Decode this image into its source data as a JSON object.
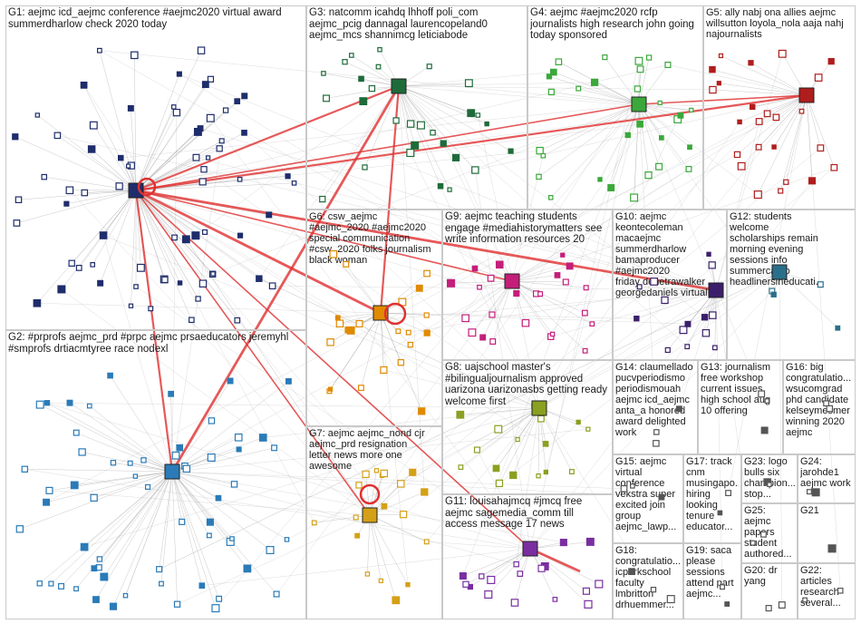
{
  "groups": [
    {
      "id": "G1",
      "label": "G1: aejmc icd_aejmc conference #aejmc2020 virtual award\nsummerdharlow check 2020 today",
      "color": "#1f2d6b"
    },
    {
      "id": "G2",
      "label": "G2: #prprofs aejmc_prd #prpc aejmc prsaeducators jeremyhl\n#smprofs drtiacmtyree race nodexl",
      "color": "#2a7bb8"
    },
    {
      "id": "G3",
      "label": "G3: natcomm icahdq lhhoff poli_com\naejmc_pcig dannagal laurencopeland0\naejmc_mcs shannimcg leticiabode",
      "color": "#1e6b3a"
    },
    {
      "id": "G4",
      "label": "G4: aejmc #aejmc2020 rcfp\njournalists high research john going\ntoday sponsored",
      "color": "#3aa83a"
    },
    {
      "id": "G5",
      "label": "G5: ally nabj ona allies aejmc\nwillsutton loyola_nola aaja nahj\nnajournalists",
      "color": "#b01d1d"
    },
    {
      "id": "G6",
      "label": "G6: csw_aejmc\n#aejmc_2020 #aejmc2020\nspecial communication\n#csw_2020 folks journalism\nblack woman",
      "color": "#e08a00"
    },
    {
      "id": "G7",
      "label": "G7: aejmc aejmc_nond cjr\naejmc_prd resignation\nletter news more one\nawesome",
      "color": "#d4a017"
    },
    {
      "id": "G8",
      "label": "G8: uajschool master's\n#bilingualjournalism approved\nuarizona uarizonasbs getting ready\nwelcome first",
      "color": "#8aa020"
    },
    {
      "id": "G9",
      "label": "G9: aejmc teaching students\nengage #mediahistorymatters see\nwrite information resources 20",
      "color": "#c41e7a"
    },
    {
      "id": "G10",
      "label": "G10: aejmc keontecoleman\nmacaejmc summerdharlow\nbamaproducer #aejmc2020\nfriday denetrawalker\ngeorgedaniels virtual",
      "color": "#3b1f6b"
    },
    {
      "id": "G11",
      "label": "G11: louisahajmcq #jmcq free\naejmc sagemedia_comm till\naccess message 17 news",
      "color": "#7a2ea0"
    },
    {
      "id": "G12",
      "label": "G12: students\nwelcome\nscholarships remain\nmorning evening\nsessions info\nsummercamp\nheadlinersineducati...",
      "color": "#2a6f8a"
    },
    {
      "id": "G13",
      "label": "G13: journalism\nfree workshop\ncurrent issues\nhigh school aug\n10 offering",
      "color": "#555555"
    },
    {
      "id": "G14",
      "label": "G14: claumellado\npucvperiodismo\nperiodismouah\naejmc icd_aejmc\nanta_a honored\naward delighted\nwork",
      "color": "#555555"
    },
    {
      "id": "G15",
      "label": "G15: aejmc\nvirtual\nconference\nvekstra super\nexcited join\ngroup\naejmc_lawp...",
      "color": "#555555"
    },
    {
      "id": "G16",
      "label": "G16: big\ncongratulatio...\nwsucomgrad\nphd candidate\nkelseymesmer\nwinning 2020\naejmc",
      "color": "#555555"
    },
    {
      "id": "G17",
      "label": "G17: track\ncnm\nmusingapo...\nhiring\nlooking\ntenure\neducator...",
      "color": "#555555"
    },
    {
      "id": "G18",
      "label": "G18:\ncongratulatio...\nicparkschool\nfaculty\nlmbritton\ndrhuemmer...",
      "color": "#555555"
    },
    {
      "id": "G19",
      "label": "G19: saca\nplease\nsessions\nattend part\naejmc...",
      "color": "#555555"
    },
    {
      "id": "G20",
      "label": "G20: dr\nyang",
      "color": "#555555"
    },
    {
      "id": "G21",
      "label": "G21",
      "color": "#555555"
    },
    {
      "id": "G22",
      "label": "G22:\narticles\nresearch\nseveral...",
      "color": "#555555"
    },
    {
      "id": "G23",
      "label": "G23: logo\nbulls six\nchampion...\nstop...",
      "color": "#555555"
    },
    {
      "id": "G24",
      "label": "G24:\njarohde1\naejmc work",
      "color": "#555555"
    },
    {
      "id": "G25",
      "label": "G25: aejmc\npapers\nstudent\nauthored...",
      "color": "#555555"
    }
  ],
  "colors": {
    "edge_gray": "#9a9a9a",
    "edge_red": "#e03030",
    "box_border": "#c9c9c9",
    "background": "#ffffff"
  }
}
